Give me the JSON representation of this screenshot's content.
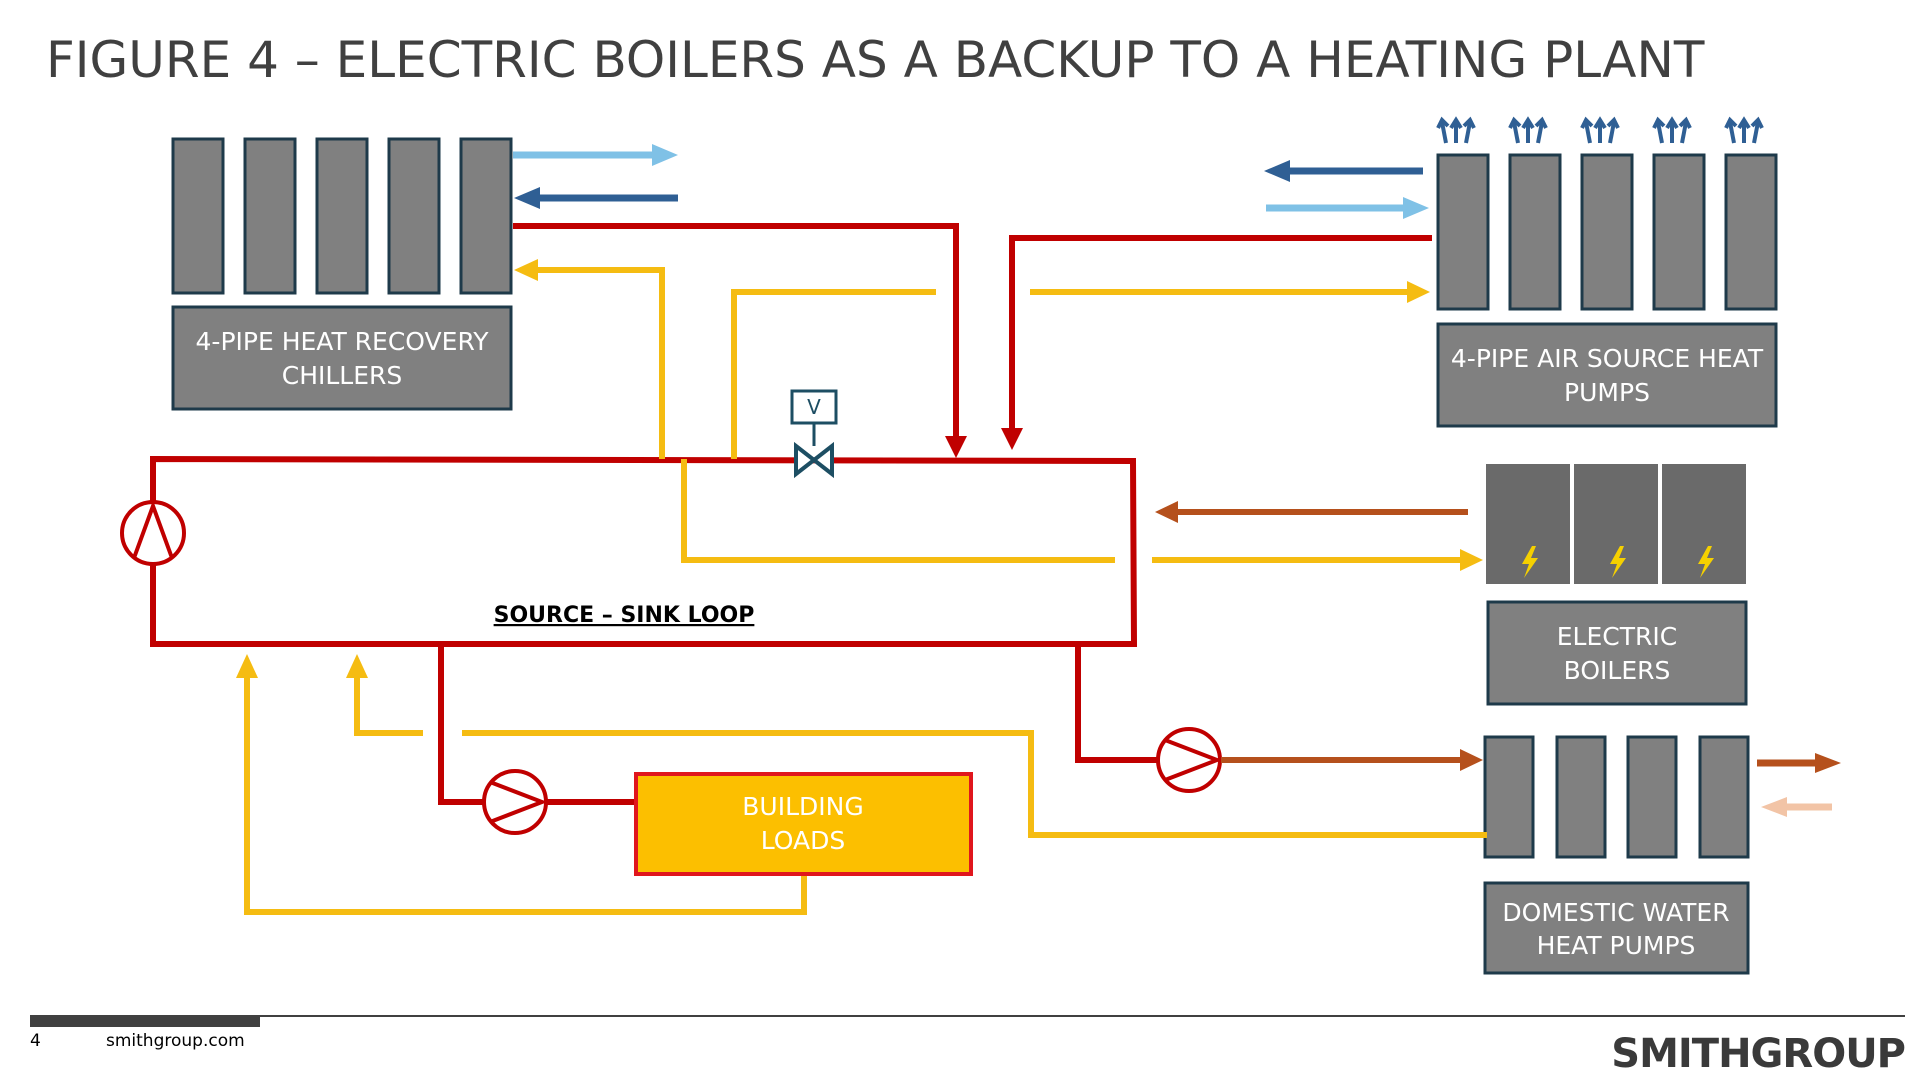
{
  "title": "FIGURE 4 – ELECTRIC BOILERS AS A BACKUP TO A HEATING PLANT",
  "equipment": {
    "chillers": "4-PIPE HEAT RECOVERY CHILLERS",
    "ashp": "4-PIPE AIR SOURCE HEAT PUMPS",
    "boilers": "ELECTRIC BOILERS",
    "dwhp": "DOMESTIC WATER HEAT PUMPS",
    "building_loads": "BUILDING LOADS"
  },
  "loop_label": "SOURCE – SINK LOOP",
  "valve_label": "V",
  "footer": {
    "page_number": "4",
    "site": "smithgroup.com",
    "brand": "SMITHGROUP"
  },
  "colors": {
    "hot": "#c00000",
    "warm": "#f5bc12",
    "chilled_supply": "#7fc1e6",
    "chilled_return": "#2f5f94",
    "domestic_hot": "#b5501c",
    "domestic_cold": "#f2c4a6",
    "equipment": "#808080",
    "equipment_border": "#1e3a4a",
    "building_fill": "#fcbf00",
    "valve": "#1d4e63"
  },
  "icons": [
    "pump-icon",
    "valve-icon",
    "lightning-icon",
    "heat-rise-arrows-icon"
  ]
}
